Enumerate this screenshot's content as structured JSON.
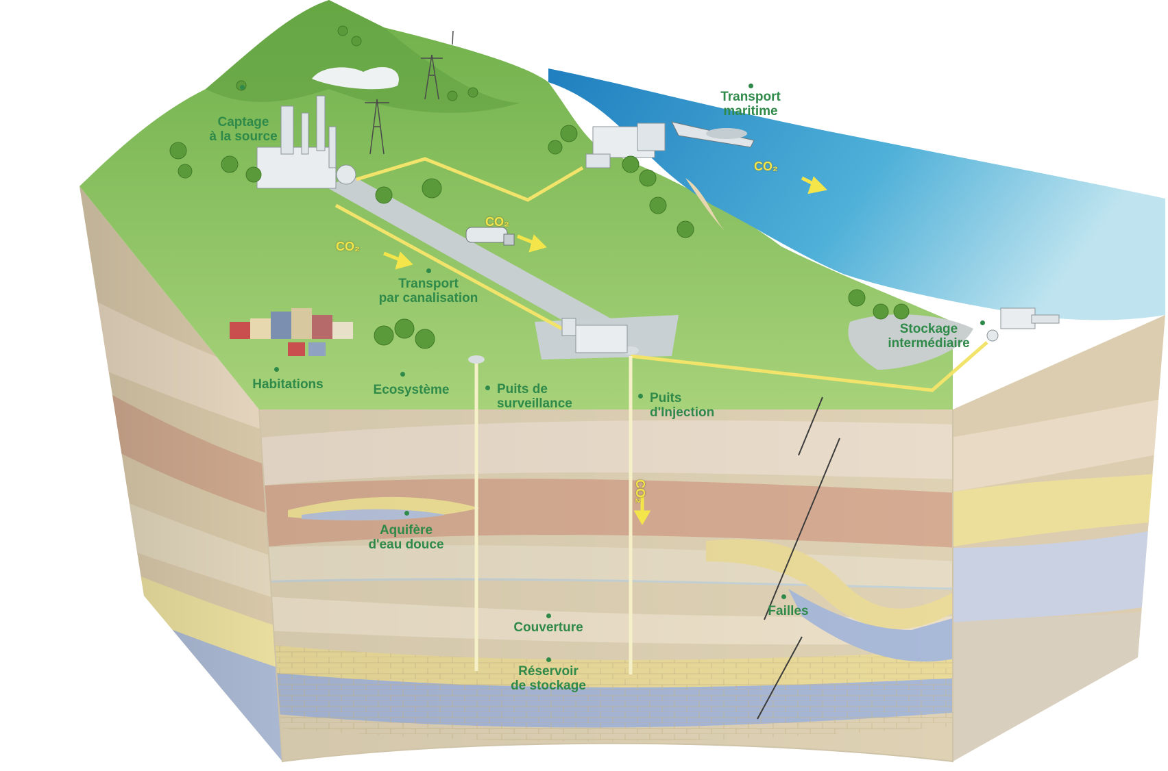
{
  "diagram": {
    "labels": {
      "captage": "Captage\nà la source",
      "transport_maritime": "Transport\nmaritime",
      "transport_canalisation": "Transport\npar canalisation",
      "habitations": "Habitations",
      "ecosysteme": "Ecosystème",
      "puits_surveillance": "Puits de\nsurveillance",
      "puits_injection": "Puits\nd'Injection",
      "stockage_intermediaire": "Stockage\nintermédiaire",
      "aquifere": "Aquifère\nd'eau douce",
      "couverture": "Couverture",
      "failles": "Failles",
      "reservoir": "Réservoir\nde stockage"
    },
    "co2_tag": "CO₂",
    "colors": {
      "label_green": "#2f8a4a",
      "co2_yellow": "#f4e64a",
      "grass": "#8cc45a",
      "sea": "#3a9bd0",
      "pipeline": "#f2e36a"
    }
  }
}
